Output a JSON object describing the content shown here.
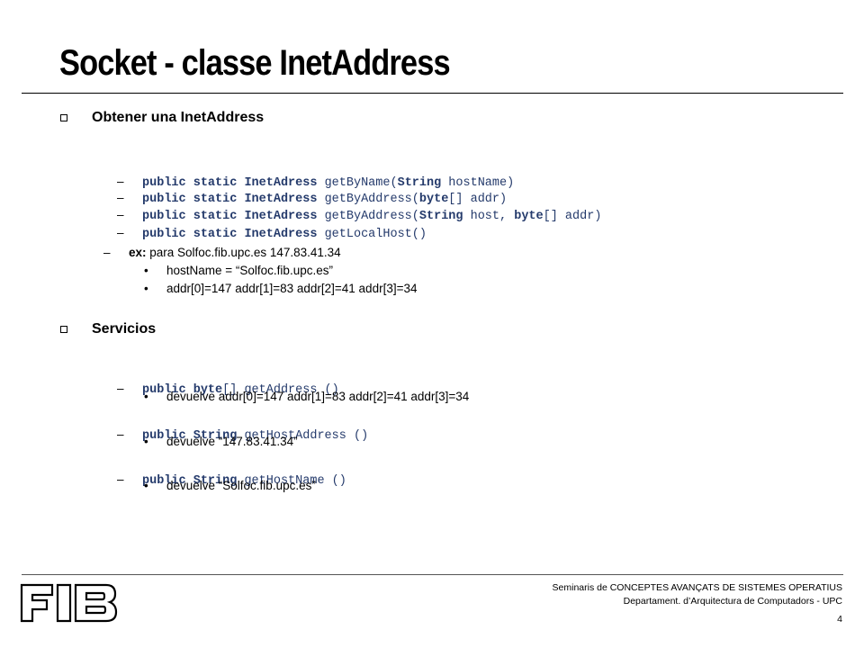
{
  "slide": {
    "title": "Socket - classe InetAddress",
    "page_number": "4"
  },
  "sections": [
    {
      "heading": "Obtener una InetAddress",
      "code_lines": [
        {
          "dash": "–",
          "parts": [
            {
              "t": "public",
              "kw": true
            },
            {
              "t": " "
            },
            {
              "t": "static",
              "kw": true
            },
            {
              "t": " "
            },
            {
              "t": "InetAdress",
              "kw": true
            },
            {
              "t": " getByName("
            },
            {
              "t": "String",
              "kw": true
            },
            {
              "t": " hostName)"
            }
          ]
        },
        {
          "dash": "–",
          "parts": [
            {
              "t": "public",
              "kw": true
            },
            {
              "t": " "
            },
            {
              "t": "static",
              "kw": true
            },
            {
              "t": " "
            },
            {
              "t": "InetAdress",
              "kw": true
            },
            {
              "t": " getByAddress("
            },
            {
              "t": "byte",
              "kw": true
            },
            {
              "t": "[] addr)"
            }
          ]
        },
        {
          "dash": "–",
          "parts": [
            {
              "t": "public",
              "kw": true
            },
            {
              "t": " "
            },
            {
              "t": "static",
              "kw": true
            },
            {
              "t": " "
            },
            {
              "t": "InetAdress",
              "kw": true
            },
            {
              "t": " getByAddress("
            },
            {
              "t": "String",
              "kw": true
            },
            {
              "t": " host, "
            },
            {
              "t": "byte",
              "kw": true
            },
            {
              "t": "[] addr)"
            }
          ]
        },
        {
          "dash": "–",
          "parts": [
            {
              "t": "public",
              "kw": true
            },
            {
              "t": " "
            },
            {
              "t": "static",
              "kw": true
            },
            {
              "t": " "
            },
            {
              "t": "InetAdress",
              "kw": true
            },
            {
              "t": " getLocalHost()"
            }
          ]
        }
      ],
      "example": {
        "dash": "–",
        "label": "ex:",
        "text": " para Solfoc.fib.upc.es 147.83.41.34",
        "bullets": [
          "hostName = “Solfoc.fib.upc.es”",
          "addr[0]=147 addr[1]=83 addr[2]=41 addr[3]=34"
        ]
      }
    },
    {
      "heading": "Servicios",
      "services": [
        {
          "dash": "–",
          "parts": [
            {
              "t": "public",
              "kw": true
            },
            {
              "t": " "
            },
            {
              "t": "byte",
              "kw": true
            },
            {
              "t": "[] getAddress ()"
            }
          ],
          "result": "devuelve addr[0]=147 addr[1]=83 addr[2]=41 addr[3]=34"
        },
        {
          "dash": "–",
          "parts": [
            {
              "t": "public",
              "kw": true
            },
            {
              "t": " "
            },
            {
              "t": "String",
              "kw": true
            },
            {
              "t": " getHostAddress ()"
            }
          ],
          "result": "devuelve “147.83.41.34”"
        },
        {
          "dash": "–",
          "parts": [
            {
              "t": "public",
              "kw": true
            },
            {
              "t": " "
            },
            {
              "t": "String",
              "kw": true
            },
            {
              "t": " getHostName ()"
            }
          ],
          "result": "devuelve “Solfoc.fib.upc.es”"
        }
      ]
    }
  ],
  "footer": {
    "line1": "Seminaris de CONCEPTES AVANÇATS DE SISTEMES OPERATIUS",
    "line2": "Departament. d’Arquitectura de Computadors - UPC",
    "logo_text": "FIB",
    "logo_icon": "fib-logo"
  },
  "bullet_glyph": "•",
  "heading_marker_icon": "hollow-square-bullet-icon"
}
